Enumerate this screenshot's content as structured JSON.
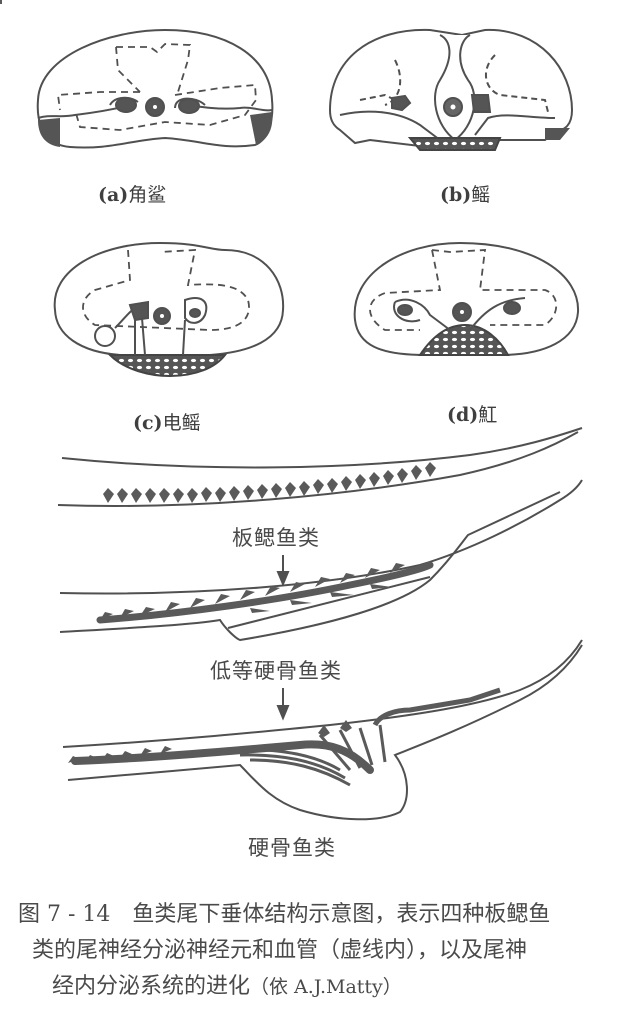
{
  "panels": [
    {
      "letter": "(a)",
      "name": "角鲨"
    },
    {
      "letter": "(b)",
      "name": "鳐"
    },
    {
      "letter": "(c)",
      "name": "电鳐"
    },
    {
      "letter": "(d)",
      "name": "魟"
    }
  ],
  "evolution": {
    "stages": [
      "板鳃鱼类",
      "低等硬骨鱼类",
      "硬骨鱼类"
    ],
    "arrow_symbol": "↓"
  },
  "caption": {
    "figure_number": "图 7 - 14",
    "line1": "鱼类尾下垂体结构示意图，表示四种板鳃鱼",
    "line2": "类的尾神经分泌神经元和血管（虚线内），以及尾神",
    "line3": "经内分泌系统的进化",
    "citation": "（依 A.J.Matty）"
  },
  "colors": {
    "ink": "#4a4a4a",
    "fill": "#5a5a5a",
    "background": "#ffffff"
  }
}
